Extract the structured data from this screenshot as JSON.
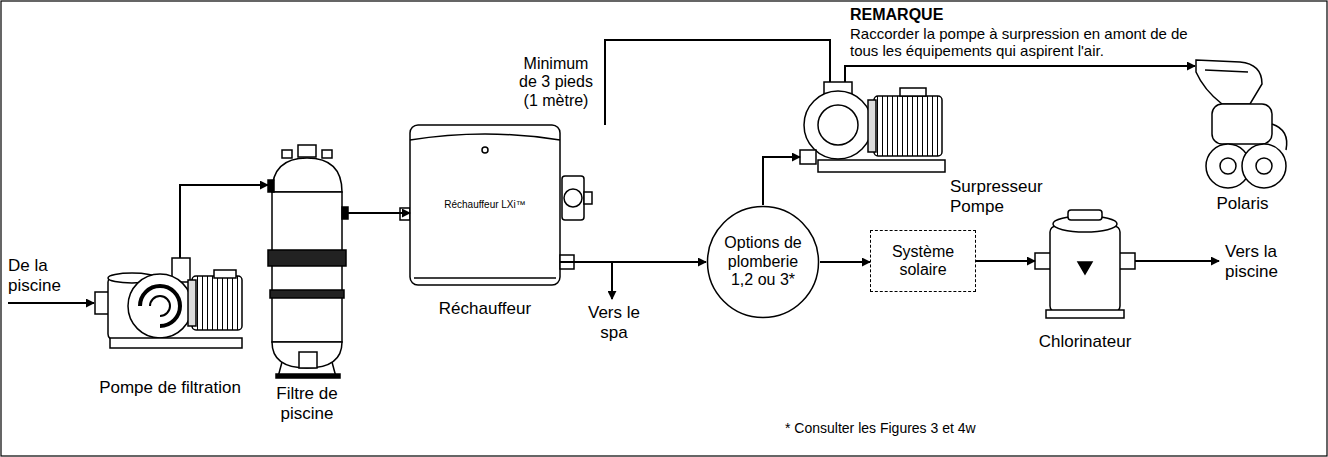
{
  "diagram": {
    "nodes": [
      {
        "text": [
          "Pompe de filtration"
        ]
      },
      {
        "text": [
          "Filtre de piscine"
        ]
      },
      {
        "text": [
          "Réchauffeur LXi™",
          "Réchauffeur"
        ]
      },
      {
        "text": [
          "Options de plomberie 1,2 ou 3*"
        ]
      },
      {
        "text": [
          "Système solaire"
        ]
      },
      {
        "text": [
          "Chlorinateur"
        ]
      },
      {
        "text": [
          "Surpresseur Pompe"
        ]
      },
      {
        "text": [
          "Polaris"
        ]
      }
    ],
    "edges": [
      {
        "from": 0,
        "to": 1,
        "arrow": "to"
      },
      {
        "from": 1,
        "to": 2,
        "arrow": "to"
      },
      {
        "from": 2,
        "to": 3,
        "arrow": "to"
      },
      {
        "from": 3,
        "to": 4,
        "arrow": "to"
      },
      {
        "from": 4,
        "to": 5,
        "arrow": "to"
      },
      {
        "from": 2,
        "to": 6,
        "label": "Minimum de 3 pieds (1 mètre)",
        "arrow": "none"
      },
      {
        "from": 3,
        "to": 6,
        "arrow": "to"
      },
      {
        "from": 6,
        "to": 7,
        "arrow": "to"
      }
    ],
    "labels": [
      "De la piscine",
      "Vers le spa",
      "REMARQUE",
      "Raccorder la pompe à surpression en amont de de tous les équipements qui aspirent l'air.",
      "Vers la piscine",
      "* Consulter les Figures 3 et 4w"
    ]
  }
}
